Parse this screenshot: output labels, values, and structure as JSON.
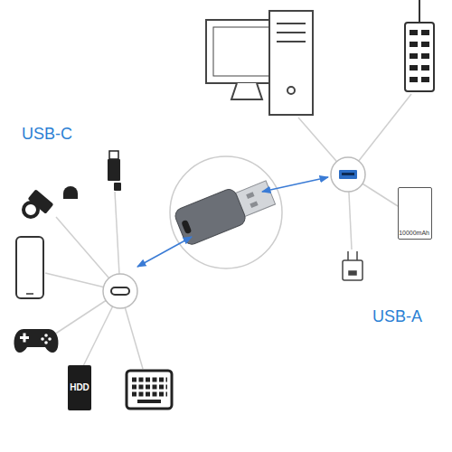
{
  "diagram": {
    "nodes": [
      {
        "text": [
          "HDD"
        ]
      },
      {
        "text": [
          "10000mAh"
        ]
      }
    ],
    "labels": [
      "USB-C",
      "USB-A"
    ]
  }
}
